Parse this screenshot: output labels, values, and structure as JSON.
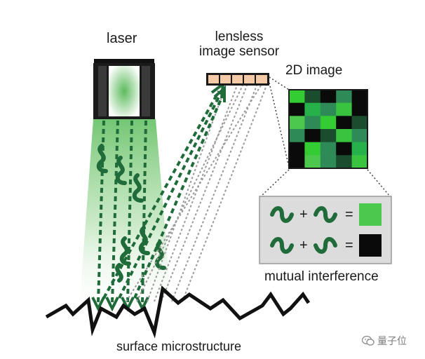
{
  "labels": {
    "laser": "laser",
    "sensor_line1": "lensless",
    "sensor_line2": "image sensor",
    "image_2d": "2D image",
    "mutual": "mutual interference",
    "surface": "surface microstructure"
  },
  "interference": {
    "plus": "+",
    "equals": "=",
    "rows": [
      {
        "result": "bright"
      },
      {
        "result": "dark"
      }
    ]
  },
  "image_grid": [
    [
      "#33cc33",
      "#1a4d2e",
      "#0a0a0a",
      "#2e8b57",
      "#0a0a0a"
    ],
    [
      "#0a0a0a",
      "#26b14a",
      "#2e8b57",
      "#39c43f",
      "#0a0a0a"
    ],
    [
      "#4cc94c",
      "#2e8b57",
      "#33cc33",
      "#0a0a0a",
      "#1a4d2e"
    ],
    [
      "#2e8b57",
      "#0a0a0a",
      "#1a4d2e",
      "#39c43f",
      "#2e8b57"
    ],
    [
      "#0a0a0a",
      "#33cc33",
      "#2e8b57",
      "#0a0a0a",
      "#26b14a"
    ],
    [
      "#0a0a0a",
      "#4cc94c",
      "#2e8b57",
      "#1a4d2e",
      "#39c43f"
    ]
  ],
  "colors": {
    "beam_green": "#1f6b3a",
    "bright_green": "#4cc94c",
    "dark_square": "#0a0a0a",
    "sensor_pixel": "#f3c9a6",
    "panel_bg": "#dcdcdc"
  },
  "watermark": {
    "text": "量子位",
    "icon": "wechat-icon"
  }
}
